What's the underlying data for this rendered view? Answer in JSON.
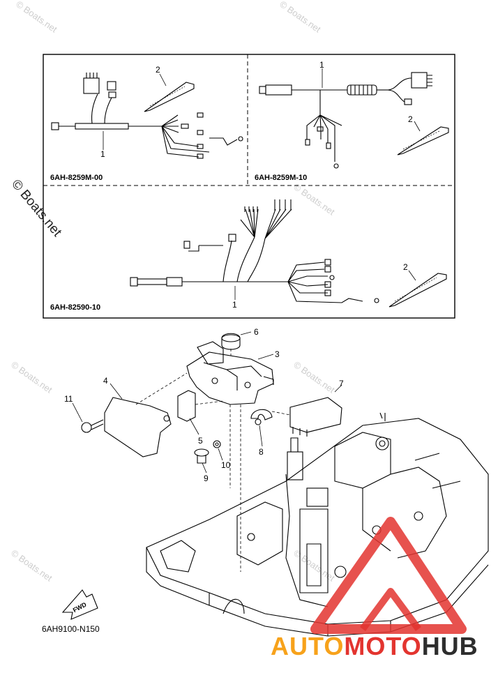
{
  "watermarks": {
    "small": "© Boats.net",
    "large": "© Boats.net"
  },
  "panels": {
    "top_left_code": "6AH-8259M-00",
    "top_right_code": "6AH-8259M-10",
    "bottom_code": "6AH-82590-10"
  },
  "callouts": {
    "harness": "1",
    "tie": "2",
    "c3": "3",
    "c4": "4",
    "c5": "5",
    "c6": "6",
    "c7": "7",
    "c8": "8",
    "c9": "9",
    "c10": "10",
    "c11": "11"
  },
  "fwd": "FWD",
  "diagram_code": "6AH9100-N150",
  "brand": {
    "part1": "AUTO",
    "part2": "MOTO",
    "part3": "HUB",
    "colors": {
      "auto": "#f7a21b",
      "moto": "#e3342f",
      "hub": "#2d2d2d",
      "triangle": "#e3342f"
    }
  }
}
